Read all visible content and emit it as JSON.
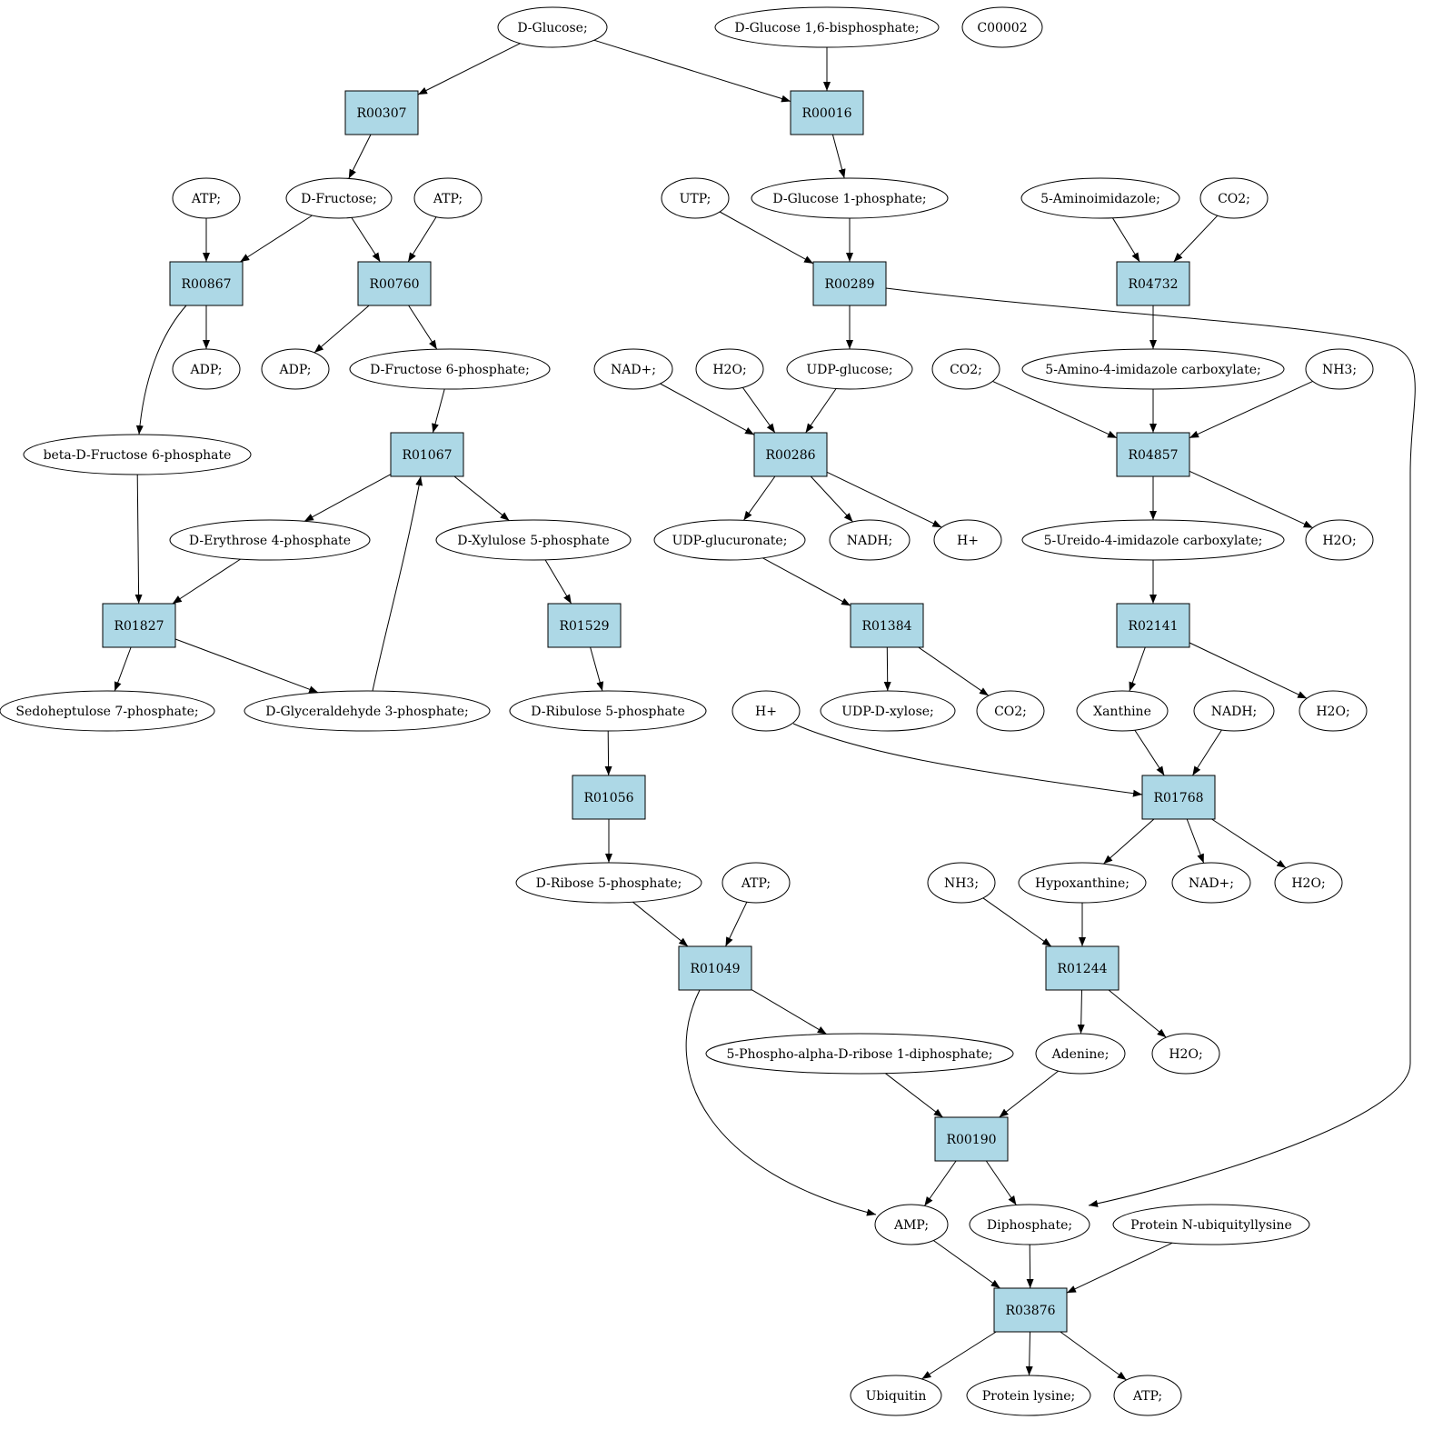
{
  "diagram": {
    "colors": {
      "reaction_fill": "#add8e6",
      "start_fill": "#00ee00",
      "highlight_fill": "#ffff00",
      "compound_fill": "#ffffff"
    },
    "nodes": {
      "n_glucose": {
        "label": "D-Glucose;",
        "kind": "compound",
        "style": "start"
      },
      "n_g16bp": {
        "label": "D-Glucose 1,6-bisphosphate;",
        "kind": "compound"
      },
      "n_c00002": {
        "label": "C00002",
        "kind": "compound",
        "style": "highlight"
      },
      "r00307": {
        "label": "R00307",
        "kind": "reaction"
      },
      "r00016": {
        "label": "R00016",
        "kind": "reaction"
      },
      "n_atp1": {
        "label": "ATP;",
        "kind": "compound"
      },
      "n_fructose": {
        "label": "D-Fructose;",
        "kind": "compound"
      },
      "n_atp2": {
        "label": "ATP;",
        "kind": "compound"
      },
      "n_utp": {
        "label": "UTP;",
        "kind": "compound"
      },
      "n_g1p": {
        "label": "D-Glucose 1-phosphate;",
        "kind": "compound"
      },
      "n_aminoimid": {
        "label": "5-Aminoimidazole;",
        "kind": "compound"
      },
      "n_co2a": {
        "label": "CO2;",
        "kind": "compound"
      },
      "r00867": {
        "label": "R00867",
        "kind": "reaction"
      },
      "r00760": {
        "label": "R00760",
        "kind": "reaction"
      },
      "r00289": {
        "label": "R00289",
        "kind": "reaction"
      },
      "r04732": {
        "label": "R04732",
        "kind": "reaction"
      },
      "n_adp1": {
        "label": "ADP;",
        "kind": "compound"
      },
      "n_adp2": {
        "label": "ADP;",
        "kind": "compound"
      },
      "n_f6p": {
        "label": "D-Fructose 6-phosphate;",
        "kind": "compound"
      },
      "n_nad1": {
        "label": "NAD+;",
        "kind": "compound"
      },
      "n_h2o1": {
        "label": "H2O;",
        "kind": "compound"
      },
      "n_udpglc": {
        "label": "UDP-glucose;",
        "kind": "compound"
      },
      "n_co2b": {
        "label": "CO2;",
        "kind": "compound"
      },
      "n_aaic": {
        "label": "5-Amino-4-imidazole carboxylate;",
        "kind": "compound"
      },
      "n_nh3a": {
        "label": "NH3;",
        "kind": "compound"
      },
      "n_bf6p": {
        "label": "beta-D-Fructose 6-phosphate",
        "kind": "compound"
      },
      "r01067": {
        "label": "R01067",
        "kind": "reaction"
      },
      "r00286": {
        "label": "R00286",
        "kind": "reaction"
      },
      "r04857": {
        "label": "R04857",
        "kind": "reaction"
      },
      "n_e4p": {
        "label": "D-Erythrose 4-phosphate",
        "kind": "compound"
      },
      "n_x5p": {
        "label": "D-Xylulose 5-phosphate",
        "kind": "compound"
      },
      "n_udpgln": {
        "label": "UDP-glucuronate;",
        "kind": "compound"
      },
      "n_nadh1": {
        "label": "NADH;",
        "kind": "compound"
      },
      "n_h1": {
        "label": "H+",
        "kind": "compound"
      },
      "n_uic": {
        "label": "5-Ureido-4-imidazole carboxylate;",
        "kind": "compound"
      },
      "n_h2o2": {
        "label": "H2O;",
        "kind": "compound"
      },
      "r01827": {
        "label": "R01827",
        "kind": "reaction"
      },
      "r01529": {
        "label": "R01529",
        "kind": "reaction"
      },
      "r01384": {
        "label": "R01384",
        "kind": "reaction"
      },
      "r02141": {
        "label": "R02141",
        "kind": "reaction"
      },
      "n_s7p": {
        "label": "Sedoheptulose 7-phosphate;",
        "kind": "compound"
      },
      "n_g3p": {
        "label": "D-Glyceraldehyde 3-phosphate;",
        "kind": "compound"
      },
      "n_ru5p": {
        "label": "D-Ribulose 5-phosphate",
        "kind": "compound"
      },
      "n_h2": {
        "label": "H+",
        "kind": "compound"
      },
      "n_udpxyl": {
        "label": "UDP-D-xylose;",
        "kind": "compound"
      },
      "n_co2c": {
        "label": "CO2;",
        "kind": "compound"
      },
      "n_xanthine": {
        "label": "Xanthine",
        "kind": "compound"
      },
      "n_nadh2": {
        "label": "NADH;",
        "kind": "compound"
      },
      "n_h2o3": {
        "label": "H2O;",
        "kind": "compound"
      },
      "r01056": {
        "label": "R01056",
        "kind": "reaction"
      },
      "r01768": {
        "label": "R01768",
        "kind": "reaction"
      },
      "n_r5p": {
        "label": "D-Ribose 5-phosphate;",
        "kind": "compound"
      },
      "n_atp3": {
        "label": "ATP;",
        "kind": "compound"
      },
      "n_nh3b": {
        "label": "NH3;",
        "kind": "compound"
      },
      "n_hypox": {
        "label": "Hypoxanthine;",
        "kind": "compound"
      },
      "n_nad2": {
        "label": "NAD+;",
        "kind": "compound"
      },
      "n_h2o4": {
        "label": "H2O;",
        "kind": "compound"
      },
      "r01049": {
        "label": "R01049",
        "kind": "reaction"
      },
      "r01244": {
        "label": "R01244",
        "kind": "reaction"
      },
      "n_prpp": {
        "label": "5-Phospho-alpha-D-ribose 1-diphosphate;",
        "kind": "compound"
      },
      "n_adenine": {
        "label": "Adenine;",
        "kind": "compound"
      },
      "n_h2o5": {
        "label": "H2O;",
        "kind": "compound"
      },
      "r00190": {
        "label": "R00190",
        "kind": "reaction"
      },
      "n_amp": {
        "label": "AMP;",
        "kind": "compound"
      },
      "n_ppi": {
        "label": "Diphosphate;",
        "kind": "compound"
      },
      "n_pnub": {
        "label": "Protein N-ubiquityllysine",
        "kind": "compound"
      },
      "r03876": {
        "label": "R03876",
        "kind": "reaction"
      },
      "n_ubiq": {
        "label": "Ubiquitin",
        "kind": "compound"
      },
      "n_plys": {
        "label": "Protein lysine;",
        "kind": "compound"
      },
      "n_atp4": {
        "label": "ATP;",
        "kind": "compound"
      }
    },
    "edges": [
      [
        "n_glucose",
        "r00307"
      ],
      [
        "n_glucose",
        "r00016"
      ],
      [
        "n_g16bp",
        "r00016"
      ],
      [
        "r00307",
        "n_fructose"
      ],
      [
        "r00016",
        "n_g1p"
      ],
      [
        "n_atp1",
        "r00867"
      ],
      [
        "n_fructose",
        "r00867"
      ],
      [
        "n_fructose",
        "r00760"
      ],
      [
        "n_atp2",
        "r00760"
      ],
      [
        "n_utp",
        "r00289"
      ],
      [
        "n_g1p",
        "r00289"
      ],
      [
        "n_aminoimid",
        "r04732"
      ],
      [
        "n_co2a",
        "r04732"
      ],
      [
        "r00867",
        "n_adp1"
      ],
      [
        "r00867",
        "n_bf6p"
      ],
      [
        "r00760",
        "n_adp2"
      ],
      [
        "r00760",
        "n_f6p"
      ],
      [
        "r00289",
        "n_udpglc"
      ],
      [
        "r00289",
        "n_ppi"
      ],
      [
        "r04732",
        "n_aaic"
      ],
      [
        "n_f6p",
        "r01067"
      ],
      [
        "n_g3p",
        "r01067"
      ],
      [
        "n_nad1",
        "r00286"
      ],
      [
        "n_h2o1",
        "r00286"
      ],
      [
        "n_udpglc",
        "r00286"
      ],
      [
        "n_co2b",
        "r04857"
      ],
      [
        "n_aaic",
        "r04857"
      ],
      [
        "n_nh3a",
        "r04857"
      ],
      [
        "r01067",
        "n_e4p"
      ],
      [
        "r01067",
        "n_x5p"
      ],
      [
        "r00286",
        "n_udpgln"
      ],
      [
        "r00286",
        "n_nadh1"
      ],
      [
        "r00286",
        "n_h1"
      ],
      [
        "r04857",
        "n_uic"
      ],
      [
        "r04857",
        "n_h2o2"
      ],
      [
        "n_bf6p",
        "r01827"
      ],
      [
        "n_e4p",
        "r01827"
      ],
      [
        "n_x5p",
        "r01529"
      ],
      [
        "n_udpgln",
        "r01384"
      ],
      [
        "n_uic",
        "r02141"
      ],
      [
        "r01827",
        "n_s7p"
      ],
      [
        "r01827",
        "n_g3p"
      ],
      [
        "r01529",
        "n_ru5p"
      ],
      [
        "r01384",
        "n_udpxyl"
      ],
      [
        "r01384",
        "n_co2c"
      ],
      [
        "r02141",
        "n_xanthine"
      ],
      [
        "r02141",
        "n_h2o3"
      ],
      [
        "n_ru5p",
        "r01056"
      ],
      [
        "n_h2",
        "r01768"
      ],
      [
        "n_xanthine",
        "r01768"
      ],
      [
        "n_nadh2",
        "r01768"
      ],
      [
        "r01056",
        "n_r5p"
      ],
      [
        "r01768",
        "n_hypox"
      ],
      [
        "r01768",
        "n_nad2"
      ],
      [
        "r01768",
        "n_h2o4"
      ],
      [
        "n_r5p",
        "r01049"
      ],
      [
        "n_atp3",
        "r01049"
      ],
      [
        "n_nh3b",
        "r01244"
      ],
      [
        "n_hypox",
        "r01244"
      ],
      [
        "r01049",
        "n_prpp"
      ],
      [
        "r01049",
        "n_amp"
      ],
      [
        "r01244",
        "n_adenine"
      ],
      [
        "r01244",
        "n_h2o5"
      ],
      [
        "n_prpp",
        "r00190"
      ],
      [
        "n_adenine",
        "r00190"
      ],
      [
        "r00190",
        "n_amp"
      ],
      [
        "r00190",
        "n_ppi"
      ],
      [
        "n_amp",
        "r03876"
      ],
      [
        "n_ppi",
        "r03876"
      ],
      [
        "n_pnub",
        "r03876"
      ],
      [
        "r03876",
        "n_ubiq"
      ],
      [
        "r03876",
        "n_plys"
      ],
      [
        "r03876",
        "n_atp4"
      ]
    ]
  }
}
